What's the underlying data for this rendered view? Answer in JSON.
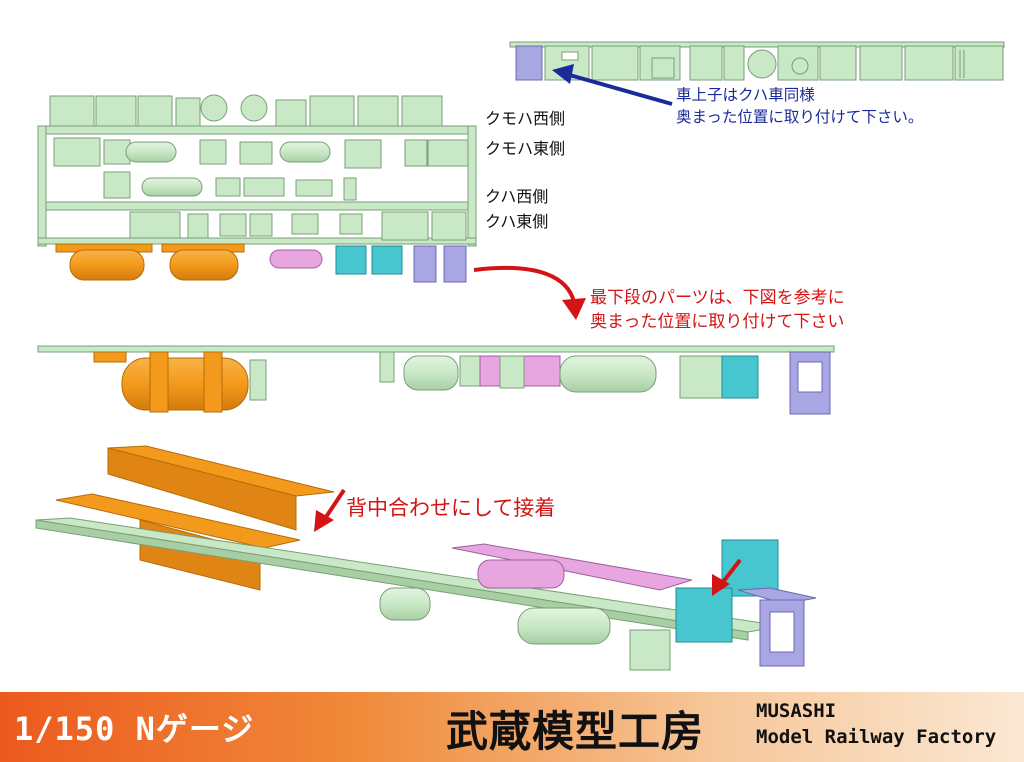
{
  "labels": {
    "kumoha_west": "クモハ西側",
    "kumoha_east": "クモハ東側",
    "kuha_west": "クハ西側",
    "kuha_east": "クハ東側"
  },
  "notes": {
    "top_note_line1": "車上子はクハ車同様",
    "top_note_line2": "奥まった位置に取り付けて下さい。",
    "middle_note_line1": "最下段のパーツは、下図を参考に",
    "middle_note_line2": "奥まった位置に取り付けて下さい",
    "bottom_note": "背中合わせにして接着"
  },
  "footer": {
    "scale": "1/150  Nゲージ",
    "brand_jp": "武蔵模型工房",
    "brand_en_line1": "MUSASHI",
    "brand_en_line2": "Model Railway Factory"
  },
  "colors": {
    "green_part": "#c9e8c6",
    "green_stroke": "#7a9e78",
    "orange_part": "#f39a1c",
    "pink_part": "#e7a6e0",
    "cyan_part": "#48c6cf",
    "purple_part": "#a9a6e4",
    "blue_arrow": "#1a2a9a",
    "red_arrow": "#d41414"
  }
}
